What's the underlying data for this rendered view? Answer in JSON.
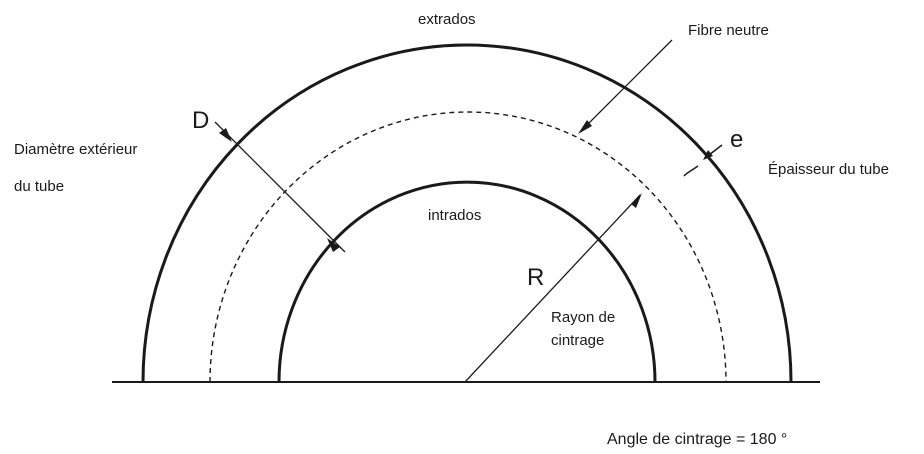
{
  "labels": {
    "extrados": "extrados",
    "fibre_neutre": "Fibre neutre",
    "D": "D",
    "diametre_line1": "Diamètre extérieur",
    "diametre_line2": "du tube",
    "e": "e",
    "epaisseur": "Épaisseur du tube",
    "intrados": "intrados",
    "R": "R",
    "rayon_line1": "Rayon de",
    "rayon_line2": "cintrage",
    "angle": "Angle de cintrage = 180 °"
  },
  "colors": {
    "ink": "#1a1a1a",
    "background": "#ffffff"
  }
}
